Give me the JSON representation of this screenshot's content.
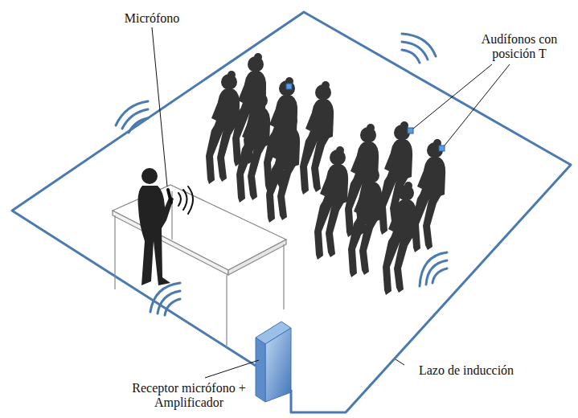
{
  "diagram": {
    "labels": [
      "Micrófono",
      "Audífonos con posición T",
      "Receptor micrófono + Amplificador",
      "Lazo de inducción"
    ]
  }
}
